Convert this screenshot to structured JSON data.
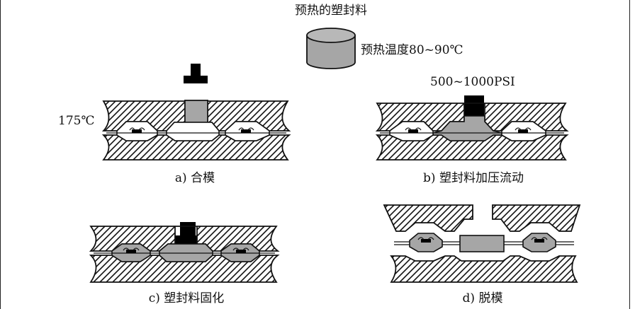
{
  "title": "预热的塑封料",
  "preheat_label": "预热温度80~90℃",
  "temperature_label": "175℃",
  "pressure_label": "500~1000PSI",
  "steps": [
    {
      "label": "a) 合模"
    },
    {
      "label": "b) 塑封料加压流动"
    },
    {
      "label": "c) 塑封料固化"
    },
    {
      "label": "d) 脱模"
    }
  ],
  "colors": {
    "outline": "#111111",
    "plunger": "#000000",
    "compound": "#a6a6a6",
    "cavity_empty": "#ffffff",
    "chip": "#000000"
  }
}
